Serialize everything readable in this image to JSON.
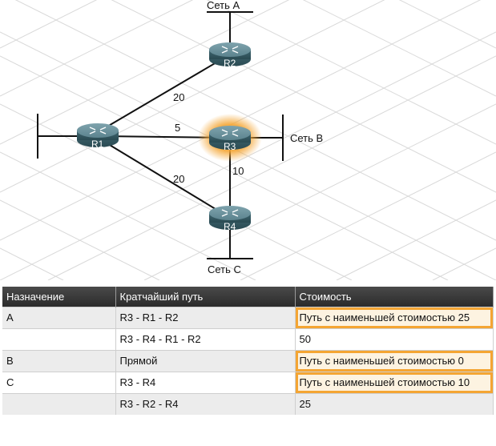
{
  "diagram": {
    "routers": [
      {
        "id": "r1",
        "label": "R1"
      },
      {
        "id": "r2",
        "label": "R2"
      },
      {
        "id": "r3",
        "label": "R3"
      },
      {
        "id": "r4",
        "label": "R4"
      }
    ],
    "links": [
      {
        "from": "R1",
        "to": "R2",
        "cost": "20"
      },
      {
        "from": "R1",
        "to": "R3",
        "cost": "5"
      },
      {
        "from": "R1",
        "to": "R4",
        "cost": "20"
      },
      {
        "from": "R3",
        "to": "R4",
        "cost": "10"
      }
    ],
    "networks": [
      {
        "label": "Сеть A"
      },
      {
        "label": "Сеть B"
      },
      {
        "label": "Сеть C"
      }
    ],
    "highlight_color": "#f4a533"
  },
  "table": {
    "headers": [
      "Назначение",
      "Кратчайший путь",
      "Стоимость"
    ],
    "rows": [
      {
        "dest": "A",
        "path": "R3 - R1 - R2",
        "cost": "Путь с наименьшей стоимостью 25",
        "best": true
      },
      {
        "dest": "",
        "path": "R3 - R4 - R1 - R2",
        "cost": "50",
        "best": false
      },
      {
        "dest": "B",
        "path": "Прямой",
        "cost": "Путь с наименьшей стоимостью 0",
        "best": true
      },
      {
        "dest": "C",
        "path": "R3 - R4",
        "cost": "Путь с наименьшей стоимостью 10",
        "best": true
      },
      {
        "dest": "",
        "path": "R3 - R2 - R4",
        "cost": "25",
        "best": false
      }
    ]
  }
}
